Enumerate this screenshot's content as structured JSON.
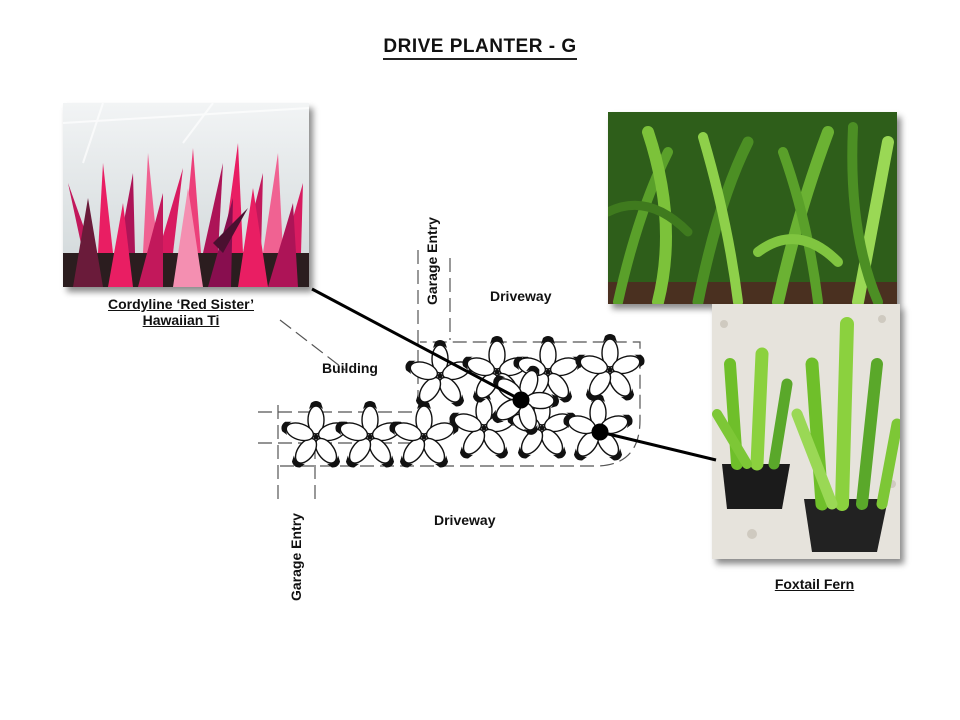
{
  "title": "DRIVE PLANTER - G",
  "plants": {
    "cordyline": {
      "name_line1": "Cordyline ‘Red Sister’",
      "name_line2": "Hawaiian Ti",
      "accent": "#d81b60"
    },
    "foxtail": {
      "name": "Foxtail Fern",
      "accent": "#6fbf2a"
    }
  },
  "plan_labels": {
    "garage_entry_top": "Garage Entry",
    "garage_entry_bottom": "Garage Entry",
    "driveway_top": "Driveway",
    "driveway_bottom": "Driveway",
    "building": "Building"
  }
}
